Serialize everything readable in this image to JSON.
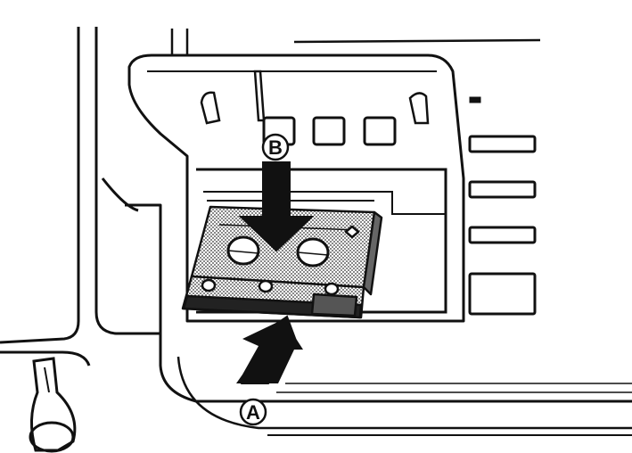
{
  "figure": {
    "callouts": [
      {
        "id": "A",
        "label": "A",
        "meaning": "push-up-arrow"
      },
      {
        "id": "B",
        "label": "B",
        "meaning": "push-down-arrow"
      }
    ],
    "colors": {
      "ink": "#111111",
      "paper": "#ffffff",
      "cassette_shade": "#9a9a9a"
    }
  }
}
